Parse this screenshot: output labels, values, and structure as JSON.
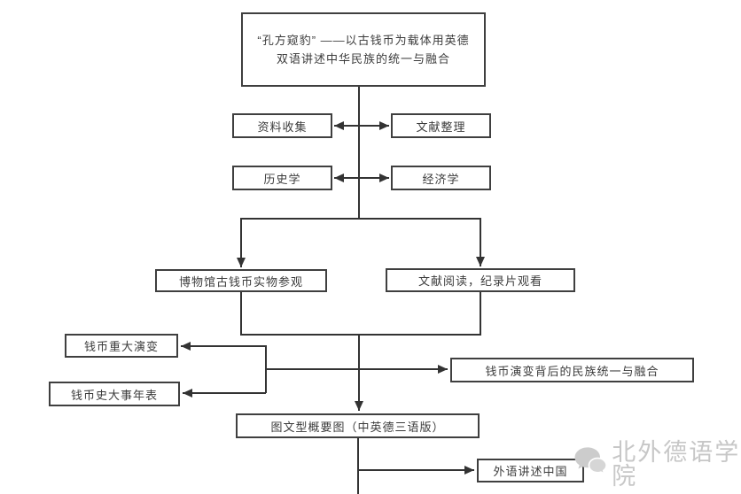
{
  "diagram_type": "flowchart",
  "palette": {
    "line_color": "#333333",
    "box_border_color": "#3f3f3f",
    "text_color": "#3c3c3c",
    "background": "#ffffff",
    "watermark_color": "#c7c7c7"
  },
  "nodes": {
    "title": {
      "line1": "“孔方窥豹” ——以古钱币为载体用英德",
      "line2": "双语讲述中华民族的统一与融合"
    },
    "data_collection": "资料收集",
    "literature_sorting": "文献整理",
    "history": "历史学",
    "economics": "经济学",
    "museum_visit": "博物馆古钱币实物参观",
    "reading_watching": "文献阅读，纪录片观看",
    "coin_major_evolution": "钱币重大演变",
    "coin_history_timeline": "钱币史大事年表",
    "unity_integration": "钱币演变背后的民族统一与融合",
    "summary_chart": "图文型概要图（中英德三语版）",
    "foreign_language_china": "外语讲述中国"
  },
  "watermark": {
    "icon": "speech-bubbles-icon",
    "name": "北外德语学院"
  }
}
